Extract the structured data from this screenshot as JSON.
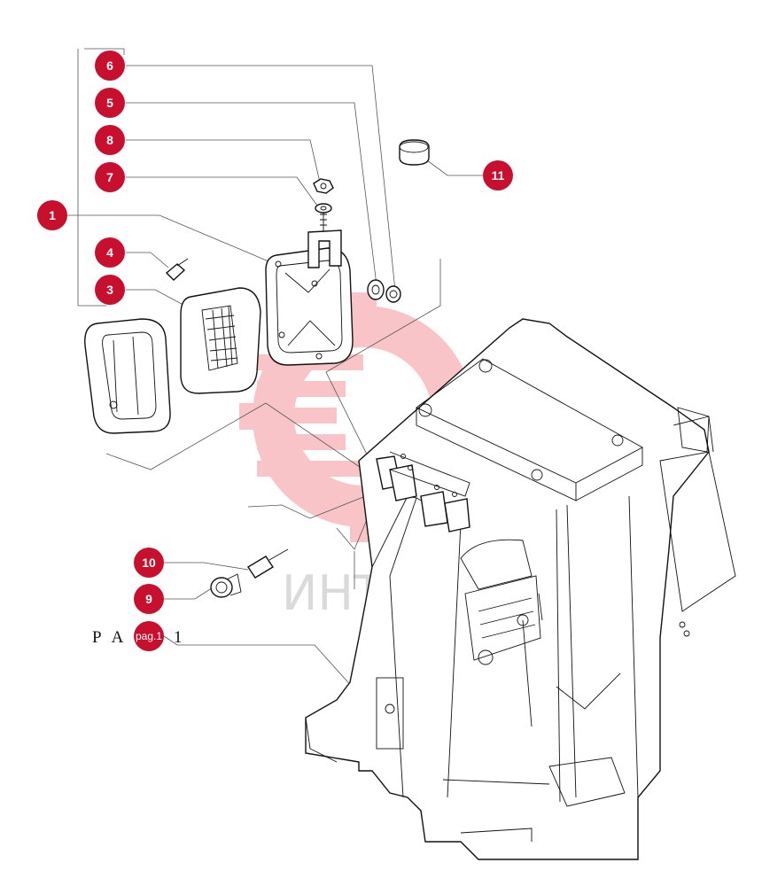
{
  "callouts": [
    {
      "label": "6"
    },
    {
      "label": "5"
    },
    {
      "label": "8"
    },
    {
      "label": "7"
    },
    {
      "label": "1"
    },
    {
      "label": "4"
    },
    {
      "label": "3"
    },
    {
      "label": "11"
    },
    {
      "label": "10"
    },
    {
      "label": "9"
    },
    {
      "label": "pag.1"
    }
  ],
  "reference": {
    "left": "P A",
    "right": "1"
  },
  "watermark": {
    "text": "ИНТЕХ",
    "color": "#e8303a"
  }
}
